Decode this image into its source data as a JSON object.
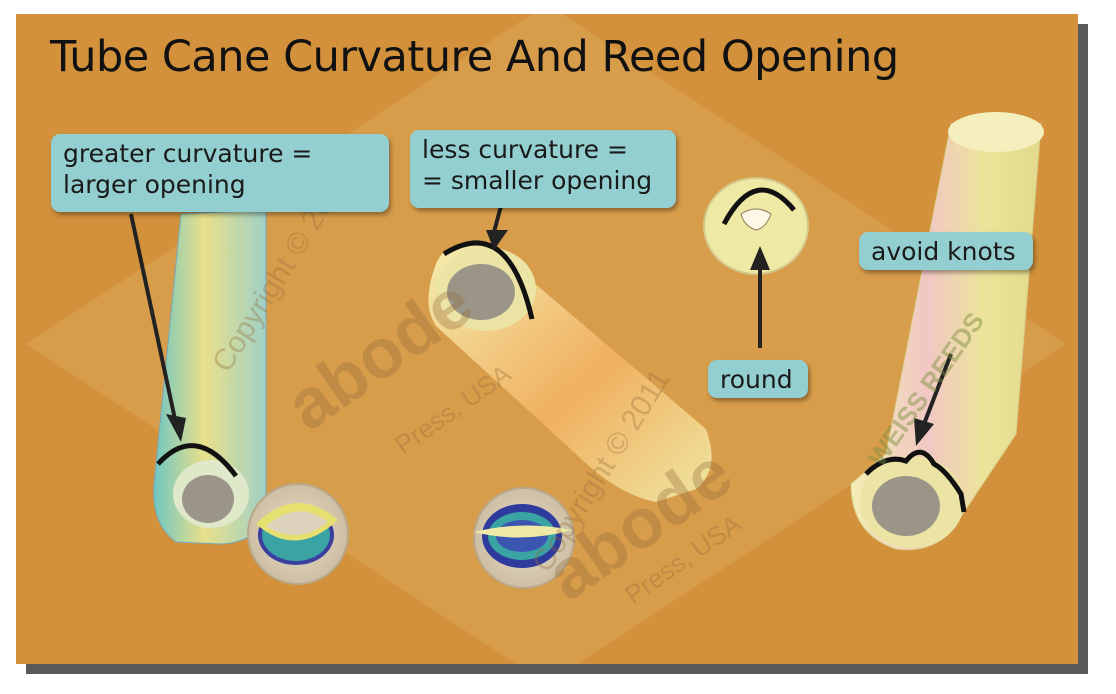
{
  "title": "Tube Cane Curvature And Reed Opening",
  "callouts": {
    "greater": [
      "greater curvature =",
      "larger opening"
    ],
    "less": [
      "less curvature =",
      "= smaller opening"
    ],
    "round": "round",
    "knots": "avoid knots"
  },
  "watermark": {
    "copyright_1": "Copyright © 2011",
    "copyright_2": "Copyright © 2011",
    "brand_1": "abode",
    "brand_2": "abode",
    "press_1": "Press, USA",
    "press_2": "Press, USA",
    "stamp": "WEISS REEDS"
  },
  "colors": {
    "board": "#d2913a",
    "callout": "#93cfd0",
    "cane": "#efe9a6",
    "cane_inner": "#9a9586",
    "curve": "#111111"
  }
}
